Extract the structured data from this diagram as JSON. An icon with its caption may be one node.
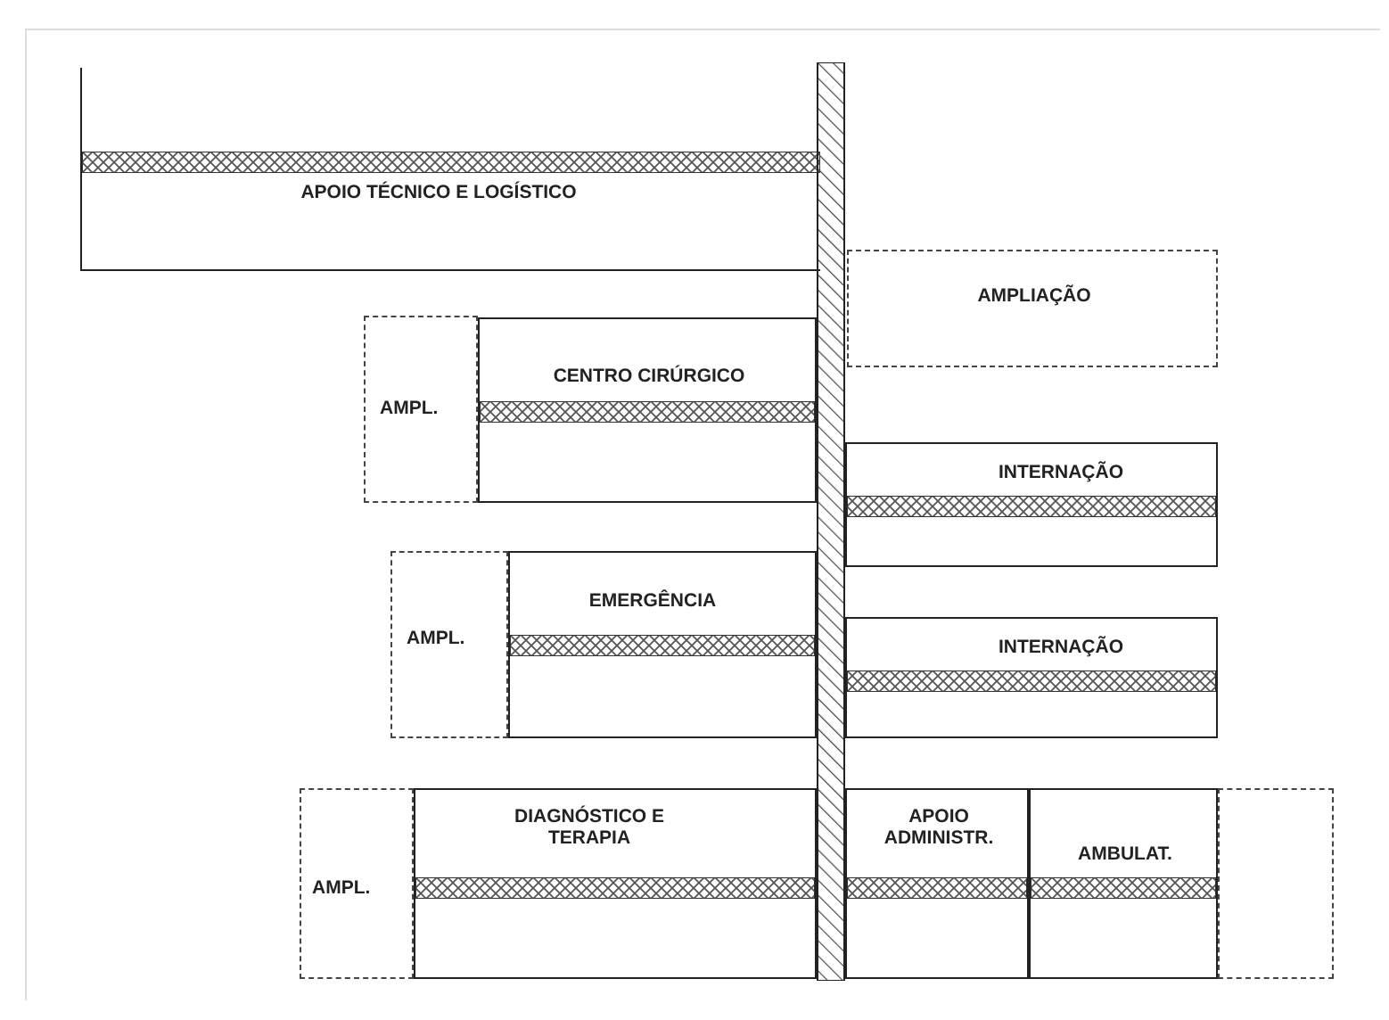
{
  "diagram": {
    "nodes": [
      {
        "text": [
          "APOIO TÉCNICO E LOGÍSTICO"
        ]
      },
      {
        "text": [
          "AMPLIAÇÃO"
        ]
      },
      {
        "text": [
          "AMPL."
        ]
      },
      {
        "text": [
          "CENTRO CIRÚRGICO"
        ]
      },
      {
        "text": [
          "INTERNAÇÃO"
        ]
      },
      {
        "text": [
          "AMPL."
        ]
      },
      {
        "text": [
          "EMERGÊNCIA"
        ]
      },
      {
        "text": [
          "INTERNAÇÃO"
        ]
      },
      {
        "text": [
          "AMPL."
        ]
      },
      {
        "text": [
          "DIAGNÓSTICO E TERAPIA"
        ]
      },
      {
        "text": [
          "APOIO ADMINISTR."
        ]
      },
      {
        "text": [
          "AMBULAT."
        ]
      },
      {
        "text": [],
        "shape": "box"
      }
    ]
  }
}
